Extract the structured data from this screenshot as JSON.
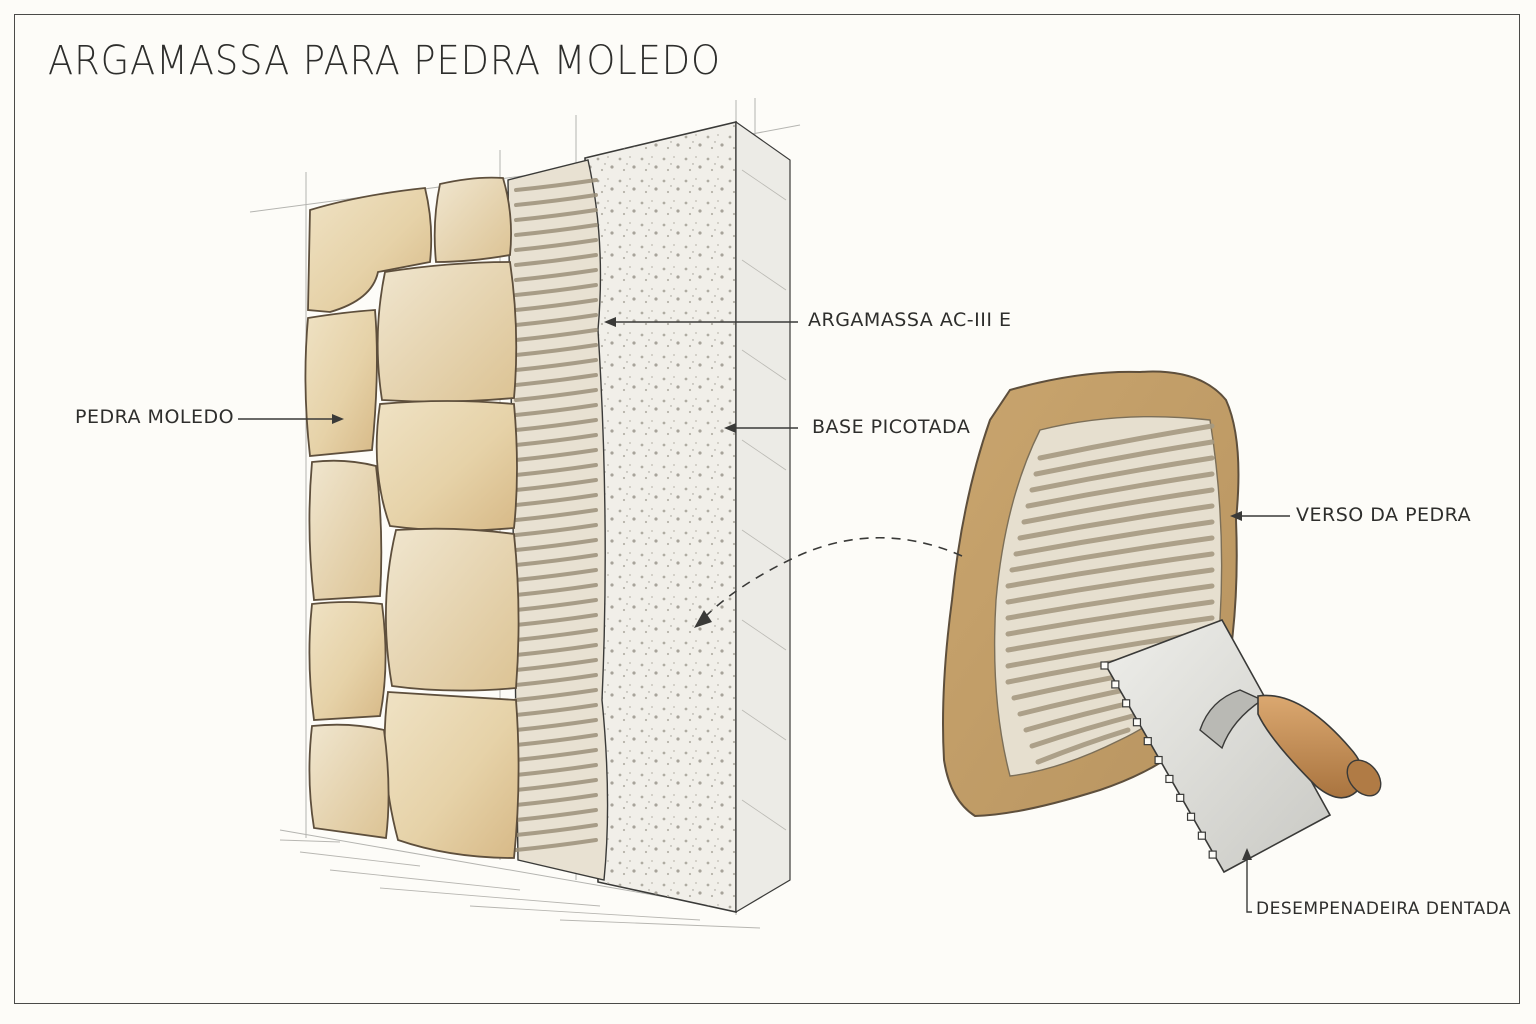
{
  "title": "ARGAMASSA PARA PEDRA MOLEDO",
  "labels": {
    "pedra": "PEDRA MOLEDO",
    "argamassa": "ARGAMASSA AC-III E",
    "base": "BASE PICOTADA",
    "verso": "VERSO DA PEDRA",
    "desempenadeira": "DESEMPENADEIRA DENTADA"
  },
  "colors": {
    "stone_light": "#eadbb9",
    "stone_dark": "#d2b07a",
    "stone_edge": "#6b5a44",
    "mortar": "#e8e1d2",
    "mortar_ridge": "#b9ae98",
    "base": "#f1efe9",
    "line": "#3a3a38",
    "wood": "#c8925a",
    "steel": "#dadad6"
  },
  "icons": {
    "trowel": "notched-trowel-icon",
    "arrow": "arrow-icon"
  }
}
